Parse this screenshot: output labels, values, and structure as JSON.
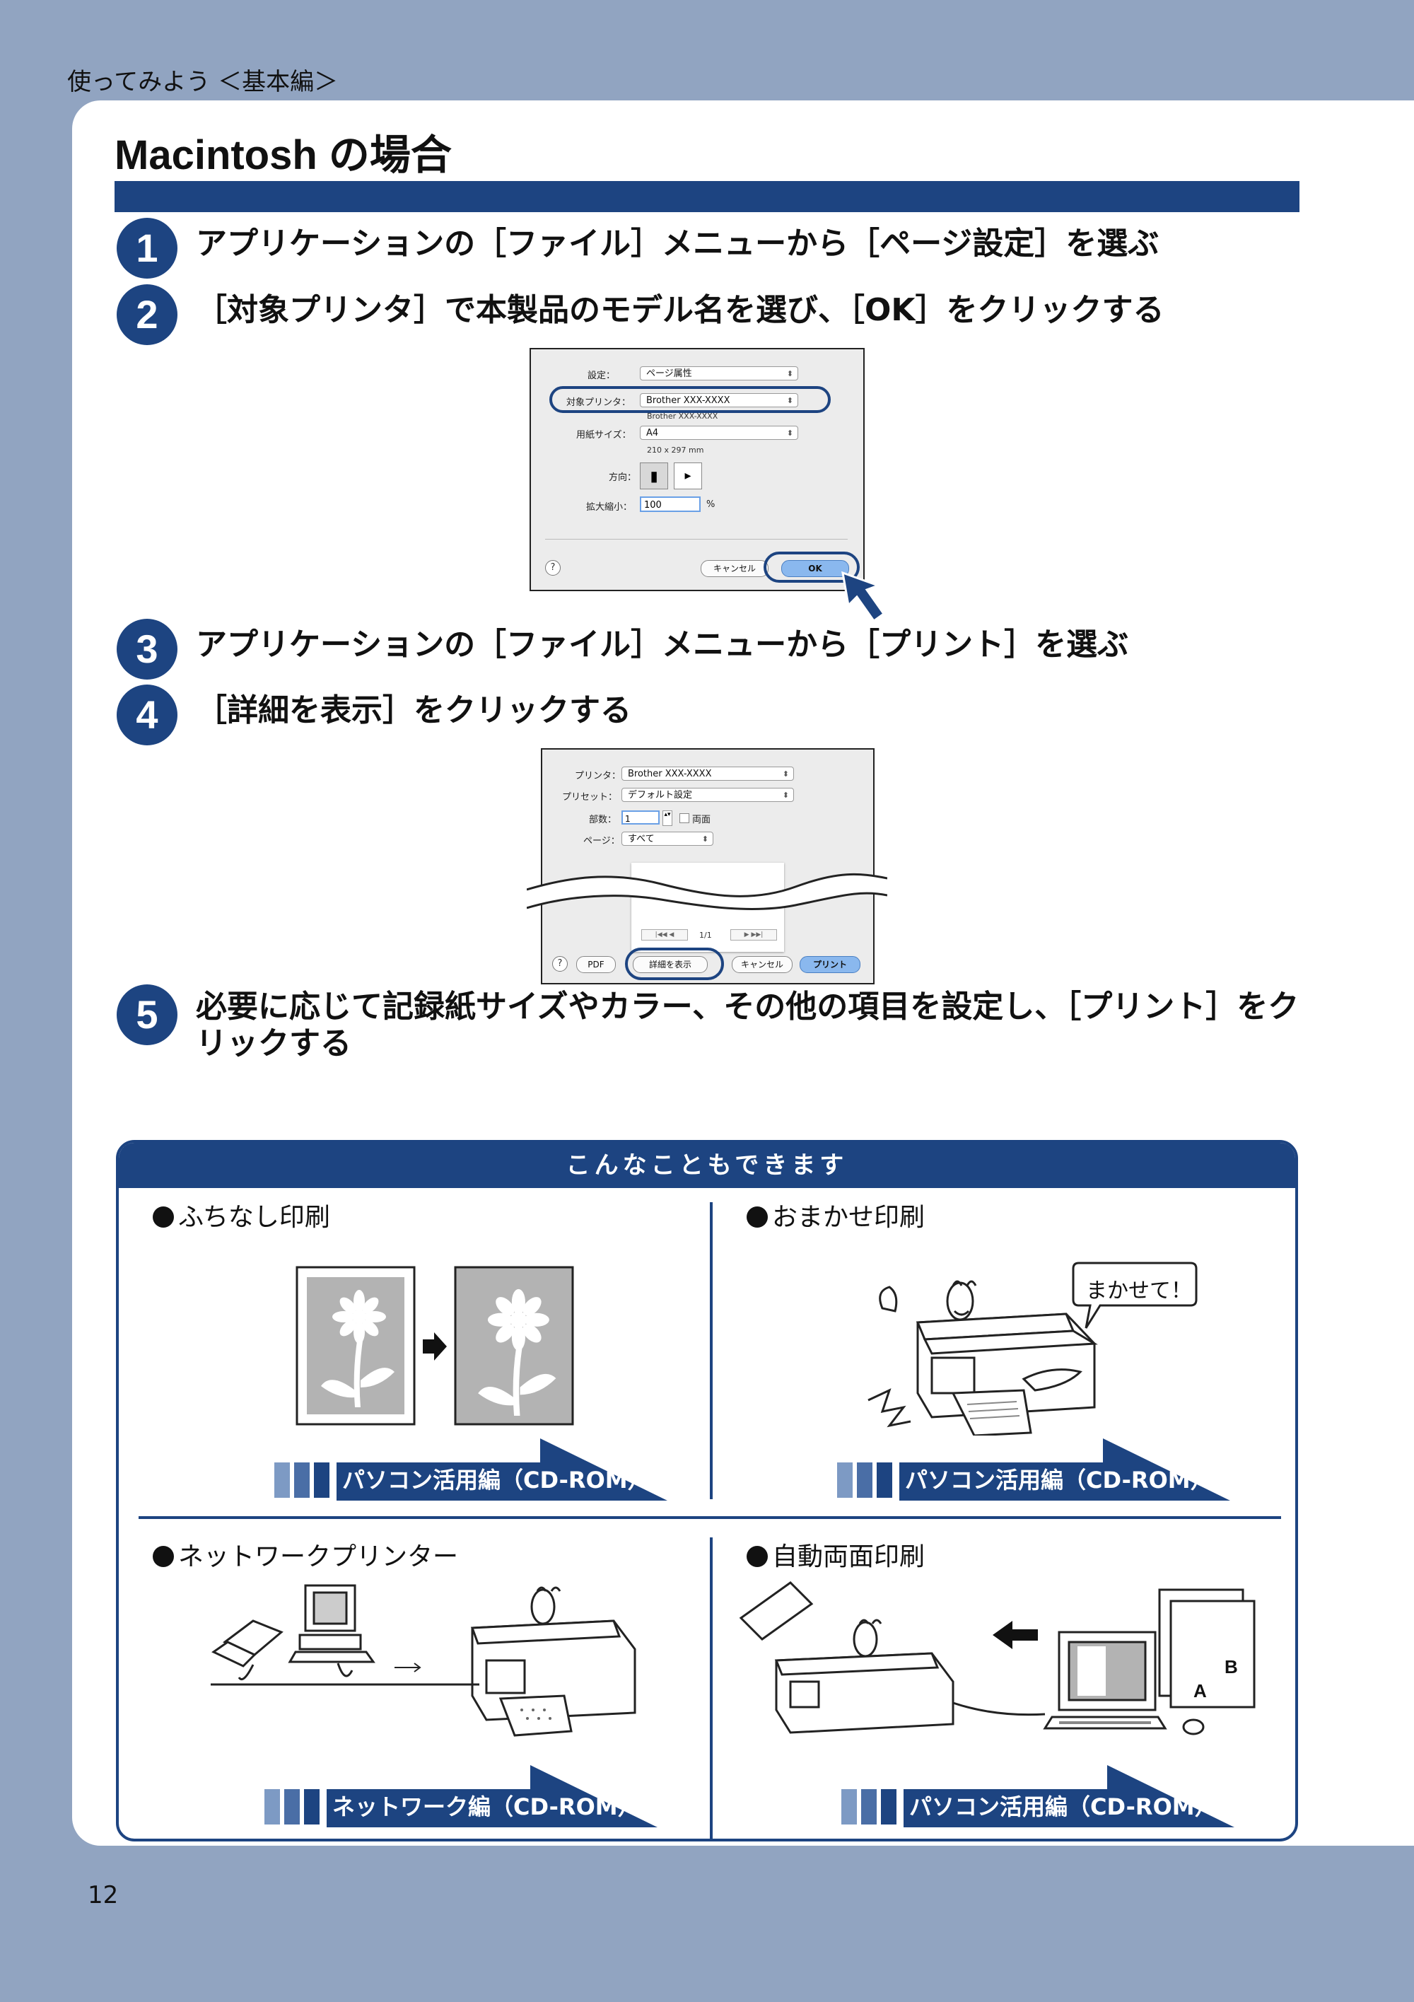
{
  "header": {
    "section": "使ってみよう ＜基本編＞"
  },
  "title": "Macintosh の場合",
  "steps": [
    {
      "num": "1",
      "text": "アプリケーションの［ファイル］メニューから［ページ設定］を選ぶ"
    },
    {
      "num": "2",
      "text": "［対象プリンタ］で本製品のモデル名を選び、［OK］をクリックする"
    },
    {
      "num": "3",
      "text": "アプリケーションの［ファイル］メニューから［プリント］を選ぶ"
    },
    {
      "num": "4",
      "text": "［詳細を表示］をクリックする"
    },
    {
      "num": "5",
      "text": "必要に応じて記録紙サイズやカラー、その他の項目を設定し、［プリント］をクリックする"
    }
  ],
  "page_setup_dialog": {
    "settings_label": "設定：",
    "settings_value": "ページ属性",
    "format_for_label": "対象プリンタ：",
    "format_for_value": "Brother  XXX-XXXX",
    "format_for_sub": "Brother  XXX-XXXX",
    "paper_size_label": "用紙サイズ：",
    "paper_size_value": "A4",
    "paper_size_sub": "210 x 297 mm",
    "orientation_label": "方向：",
    "scale_label": "拡大縮小：",
    "scale_value": "100",
    "scale_unit": "%",
    "help": "?",
    "cancel": "キャンセル",
    "ok": "OK"
  },
  "print_dialog": {
    "printer_label": "プリンタ：",
    "printer_value": "Brother XXX-XXXX",
    "presets_label": "プリセット：",
    "presets_value": "デフォルト設定",
    "copies_label": "部数：",
    "copies_value": "1",
    "duplex_label": "両面",
    "pages_label": "ページ：",
    "pages_value": "すべて",
    "page_count": "1/1",
    "help": "?",
    "pdf": "PDF",
    "show_details": "詳細を表示",
    "cancel": "キャンセル",
    "print": "プリント"
  },
  "feature_box": {
    "heading": "こんなこともできます",
    "items": [
      {
        "title": "ふちなし印刷",
        "ref": "パソコン活用編（CD-ROM）"
      },
      {
        "title": "おまかせ印刷",
        "ref": "パソコン活用編（CD-ROM）",
        "bubble": "まかせて！"
      },
      {
        "title": "ネットワークプリンター",
        "ref": "ネットワーク編（CD-ROM）"
      },
      {
        "title": "自動両面印刷",
        "ref": "パソコン活用編（CD-ROM）",
        "sheet_a": "A",
        "sheet_b": "B"
      }
    ]
  },
  "page_number": "12"
}
